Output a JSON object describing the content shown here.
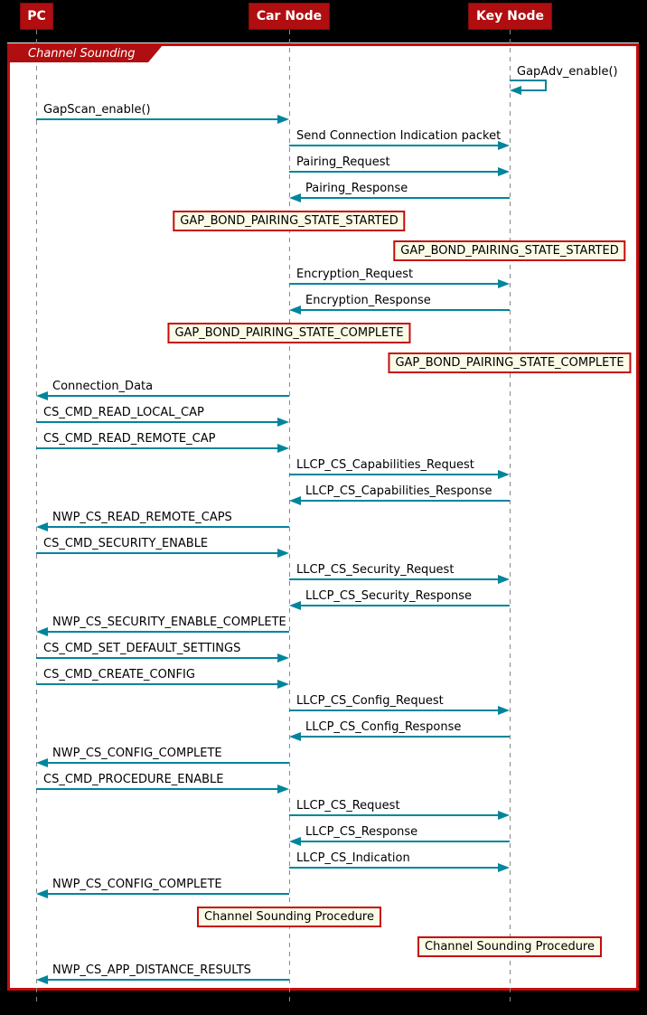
{
  "frame": {
    "title": "Channel Sounding"
  },
  "participants": [
    {
      "id": "pc",
      "label": "PC"
    },
    {
      "id": "car",
      "label": "Car Node"
    },
    {
      "id": "key",
      "label": "Key Node"
    }
  ],
  "events": [
    {
      "type": "self",
      "over": "key",
      "label": "GapAdv_enable()"
    },
    {
      "type": "msg",
      "from": "pc",
      "to": "car",
      "label": "GapScan_enable()"
    },
    {
      "type": "msg",
      "from": "car",
      "to": "key",
      "label": "Send Connection Indication packet"
    },
    {
      "type": "msg",
      "from": "car",
      "to": "key",
      "label": "Pairing_Request"
    },
    {
      "type": "msg",
      "from": "key",
      "to": "car",
      "label": "Pairing_Response"
    },
    {
      "type": "note",
      "over": "car",
      "label": "GAP_BOND_PAIRING_STATE_STARTED"
    },
    {
      "type": "note",
      "over": "key",
      "label": "GAP_BOND_PAIRING_STATE_STARTED"
    },
    {
      "type": "msg",
      "from": "car",
      "to": "key",
      "label": "Encryption_Request"
    },
    {
      "type": "msg",
      "from": "key",
      "to": "car",
      "label": "Encryption_Response"
    },
    {
      "type": "note",
      "over": "car",
      "label": "GAP_BOND_PAIRING_STATE_COMPLETE"
    },
    {
      "type": "note",
      "over": "key",
      "label": "GAP_BOND_PAIRING_STATE_COMPLETE"
    },
    {
      "type": "msg",
      "from": "car",
      "to": "pc",
      "label": "Connection_Data"
    },
    {
      "type": "msg",
      "from": "pc",
      "to": "car",
      "label": "CS_CMD_READ_LOCAL_CAP"
    },
    {
      "type": "msg",
      "from": "pc",
      "to": "car",
      "label": "CS_CMD_READ_REMOTE_CAP"
    },
    {
      "type": "msg",
      "from": "car",
      "to": "key",
      "label": "LLCP_CS_Capabilities_Request"
    },
    {
      "type": "msg",
      "from": "key",
      "to": "car",
      "label": "LLCP_CS_Capabilities_Response"
    },
    {
      "type": "msg",
      "from": "car",
      "to": "pc",
      "label": "NWP_CS_READ_REMOTE_CAPS"
    },
    {
      "type": "msg",
      "from": "pc",
      "to": "car",
      "label": "CS_CMD_SECURITY_ENABLE"
    },
    {
      "type": "msg",
      "from": "car",
      "to": "key",
      "label": "LLCP_CS_Security_Request"
    },
    {
      "type": "msg",
      "from": "key",
      "to": "car",
      "label": "LLCP_CS_Security_Response"
    },
    {
      "type": "msg",
      "from": "car",
      "to": "pc",
      "label": "NWP_CS_SECURITY_ENABLE_COMPLETE"
    },
    {
      "type": "msg",
      "from": "pc",
      "to": "car",
      "label": "CS_CMD_SET_DEFAULT_SETTINGS"
    },
    {
      "type": "msg",
      "from": "pc",
      "to": "car",
      "label": "CS_CMD_CREATE_CONFIG"
    },
    {
      "type": "msg",
      "from": "car",
      "to": "key",
      "label": "LLCP_CS_Config_Request"
    },
    {
      "type": "msg",
      "from": "key",
      "to": "car",
      "label": "LLCP_CS_Config_Response"
    },
    {
      "type": "msg",
      "from": "car",
      "to": "pc",
      "label": "NWP_CS_CONFIG_COMPLETE"
    },
    {
      "type": "msg",
      "from": "pc",
      "to": "car",
      "label": "CS_CMD_PROCEDURE_ENABLE"
    },
    {
      "type": "msg",
      "from": "car",
      "to": "key",
      "label": "LLCP_CS_Request"
    },
    {
      "type": "msg",
      "from": "key",
      "to": "car",
      "label": "LLCP_CS_Response"
    },
    {
      "type": "msg",
      "from": "car",
      "to": "key",
      "label": "LLCP_CS_Indication"
    },
    {
      "type": "msg",
      "from": "car",
      "to": "pc",
      "label": "NWP_CS_CONFIG_COMPLETE"
    },
    {
      "type": "note",
      "over": "car",
      "label": "Channel Sounding Procedure"
    },
    {
      "type": "note",
      "over": "key",
      "label": "Channel Sounding Procedure"
    },
    {
      "type": "msg",
      "from": "car",
      "to": "pc",
      "label": "NWP_CS_APP_DISTANCE_RESULTS"
    }
  ],
  "colors": {
    "participant_fill": "#b00e10",
    "frame_border": "#c40d0d",
    "arrow": "#00859b",
    "note_bg": "#fbfbe7",
    "note_border": "#c40d0d",
    "lifeline": "#888888",
    "text": "#000000",
    "background": "#000000"
  }
}
